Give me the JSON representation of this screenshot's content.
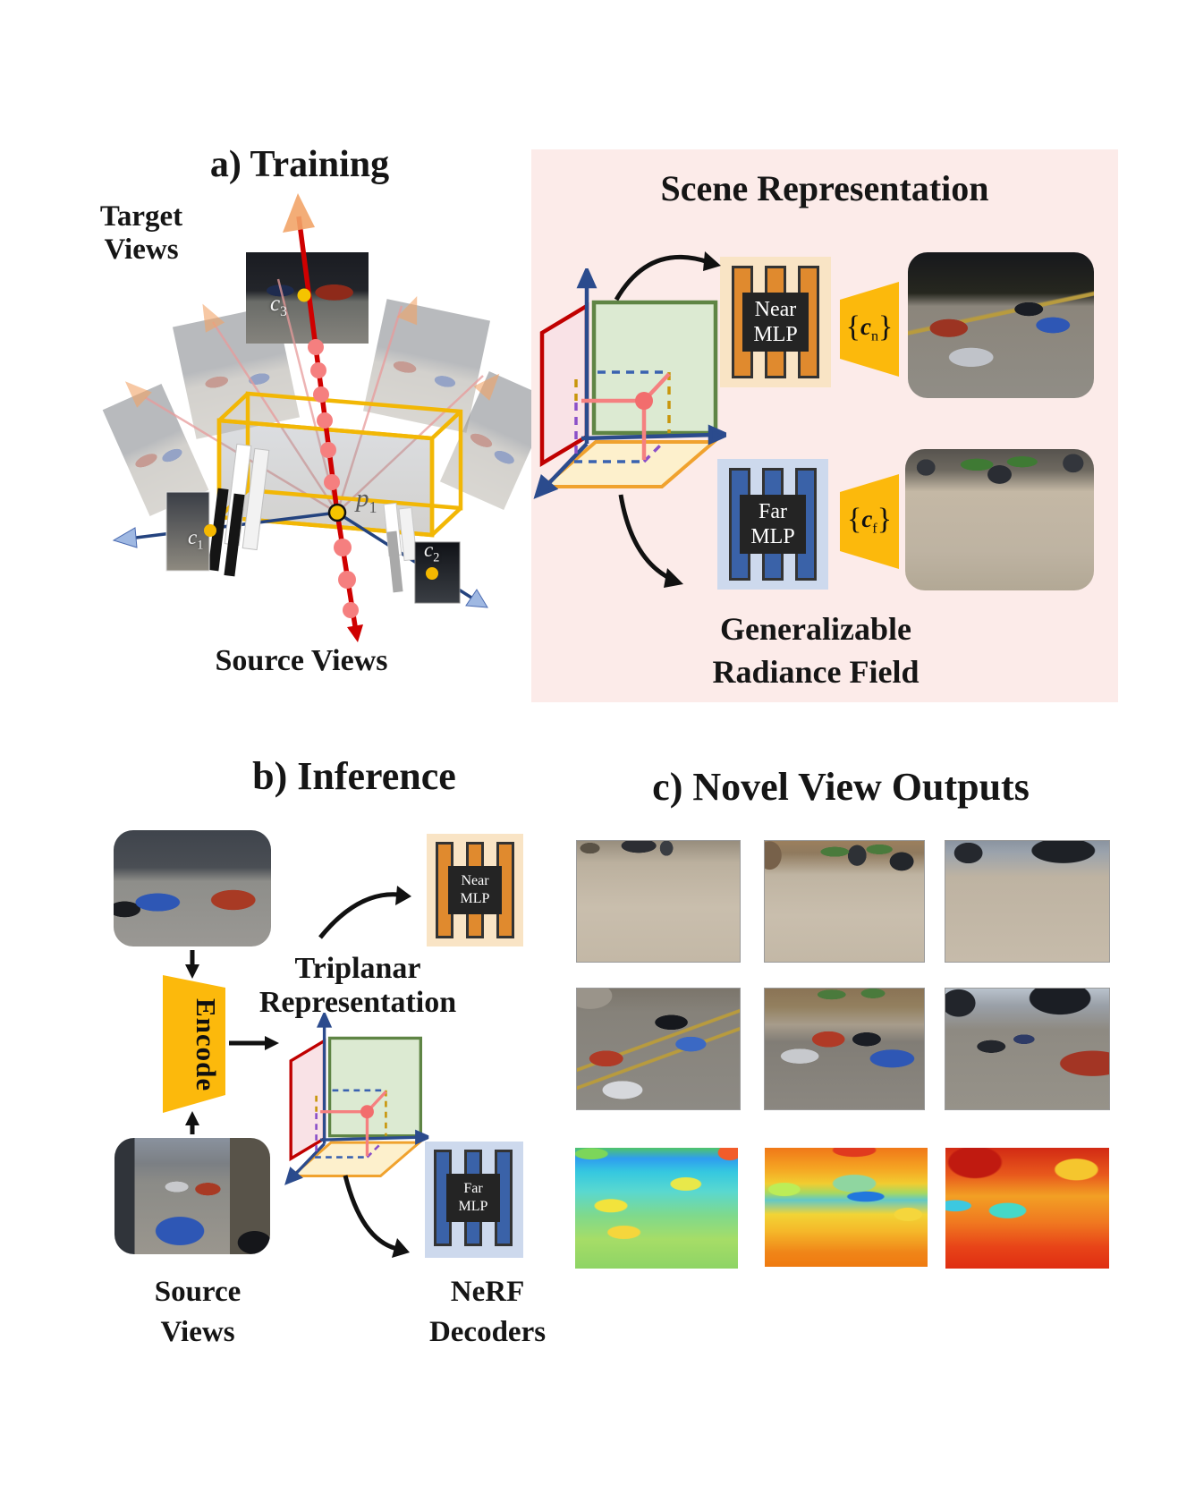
{
  "training": {
    "title": "a) Training",
    "target_views_lines": [
      "Target",
      "Views"
    ],
    "source_views_label": "Source Views",
    "point_labels": {
      "c1": {
        "base": "c",
        "sub": "1"
      },
      "c2": {
        "base": "c",
        "sub": "2"
      },
      "c3": {
        "base": "c",
        "sub": "3"
      },
      "p1": {
        "base": "p",
        "sub": "1"
      }
    }
  },
  "scene_representation": {
    "title": "Scene Representation",
    "near_mlp": {
      "line1": "Near",
      "line2": "MLP"
    },
    "far_mlp": {
      "line1": "Far",
      "line2": "MLP"
    },
    "near_codes": {
      "open": "{",
      "base": "c",
      "sub": "n",
      "close": "}"
    },
    "far_codes": {
      "open": "{",
      "base": "c",
      "sub": "f",
      "close": "}"
    },
    "caption_lines": [
      "Generalizable",
      "Radiance Field"
    ]
  },
  "inference": {
    "title": "b) Inference",
    "encode_label": "Encode",
    "triplanar_lines": [
      "Triplanar",
      "Representation"
    ],
    "near_mlp": {
      "line1": "Near",
      "line2": "MLP"
    },
    "far_mlp": {
      "line1": "Far",
      "line2": "MLP"
    },
    "source_views_lines": [
      "Source",
      "Views"
    ],
    "nerf_decoders_lines": [
      "NeRF",
      "Decoders"
    ]
  },
  "novel_views": {
    "title": "c) Novel View Outputs"
  },
  "colors": {
    "panel_bg": "#fcebe9",
    "accent_yellow": "#fcb90c",
    "near_orange": "#e08a2e",
    "near_block_bg": "#f9e4c5",
    "far_blue": "#3a62a8",
    "far_block_bg": "#cdd9ed",
    "ray_red": "#cf0000",
    "sample_dot_pink": "#f57f7f",
    "axis_blue": "#2b4b8d",
    "box_yellow": "#f2b705"
  }
}
